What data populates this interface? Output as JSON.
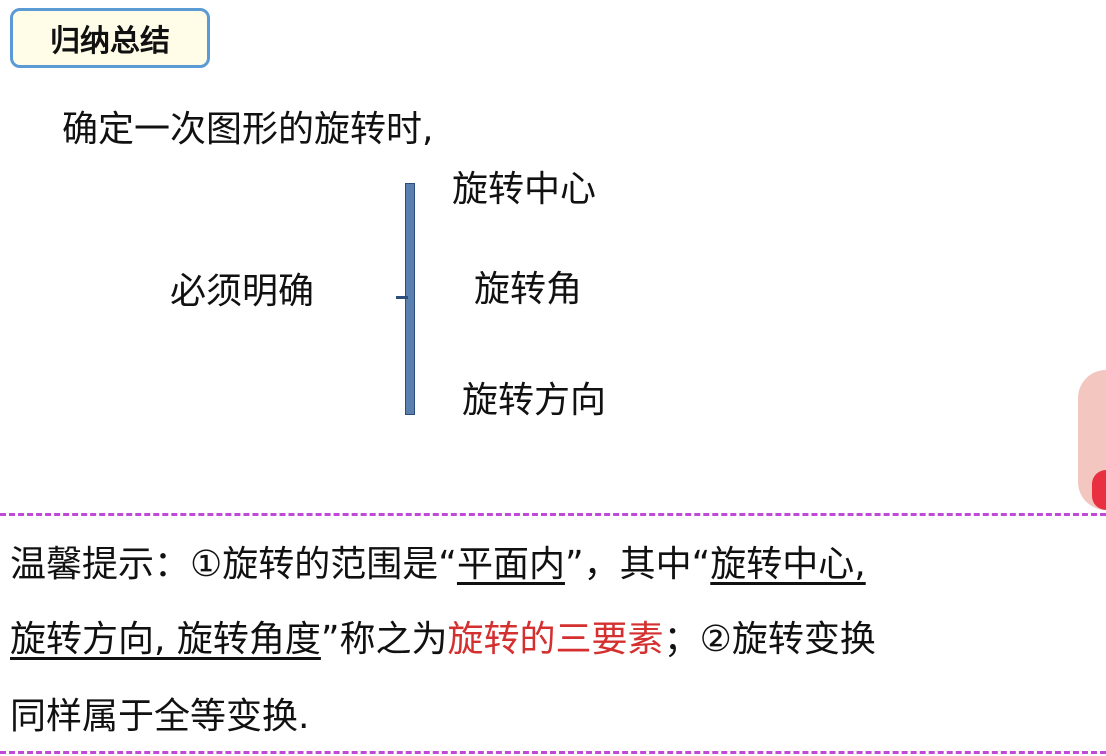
{
  "header": {
    "title": "归纳总结"
  },
  "intro": "确定一次图形的旋转时,",
  "diagram": {
    "label": "必须明确",
    "items": [
      "旋转中心",
      "旋转角",
      "旋转方向"
    ]
  },
  "tip": {
    "line1": {
      "prefix": "温馨提示：①旋转的范围是“",
      "u1": "平面内",
      "mid": "”，其中“",
      "u2": "旋转中心,"
    },
    "line2": {
      "u3": "旋转方向, 旋转角度",
      "mid": "”称之为",
      "red": "旋转的三要素",
      "suffix": "；②旋转变换"
    },
    "line3": "同样属于全等变换."
  },
  "colors": {
    "accent": "#5b9bd5",
    "highlight": "#d43030",
    "divider": "#c04ad8"
  }
}
